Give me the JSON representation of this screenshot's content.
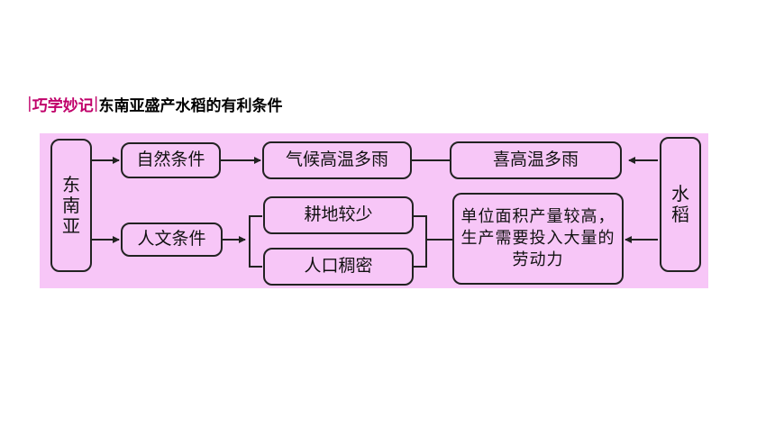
{
  "header": {
    "tag": "巧学妙记",
    "separator": "|",
    "title": "东南亚盛产水稻的有利条件"
  },
  "diagram": {
    "region": "东\n南\n亚",
    "natural_conditions": "自然条件",
    "climate": "气候高温多雨",
    "rice_need_climate": "喜高温多雨",
    "rice": "水\n稻",
    "human_conditions": "人文条件",
    "farmland": "耕地较少",
    "population": "人口稠密",
    "rice_need_labor": "单位面积产量较高，生产需要投入大量的劳动力"
  },
  "colors": {
    "panel_background": "#f7c6f7",
    "tag_color": "#c0006a",
    "line_color": "#222222"
  }
}
